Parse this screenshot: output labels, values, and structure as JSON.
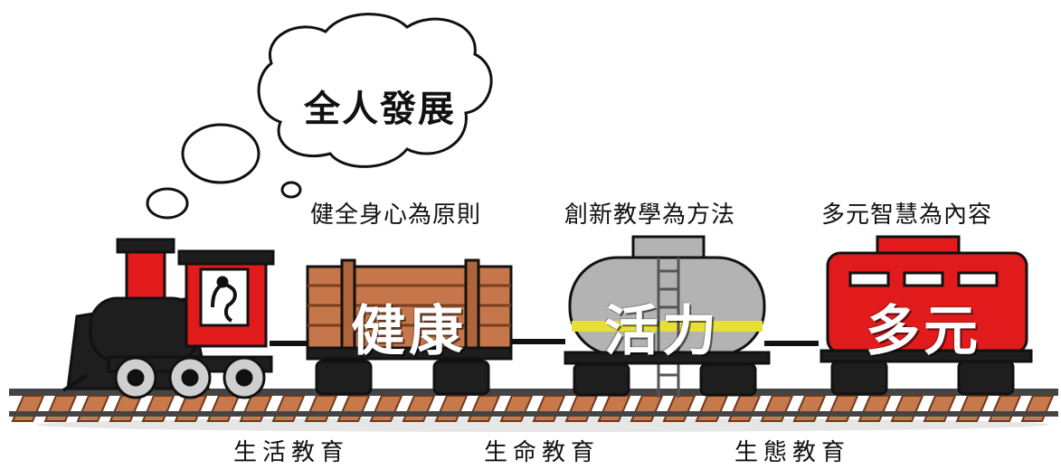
{
  "thought": {
    "text": "全人發展"
  },
  "cars": [
    {
      "principle": "健全身心為原則",
      "name": "健康"
    },
    {
      "principle": "創新教學為方法",
      "name": "活力"
    },
    {
      "principle": "多元智慧為內容",
      "name": "多元"
    }
  ],
  "bottom_labels": [
    "生活教育",
    "生命教育",
    "生態教育"
  ],
  "colors": {
    "track": "#c7794c",
    "locomotive": "#1e1e1e",
    "locomotive_red": "#e11b1b",
    "wood_car": "#c5764a",
    "tank_car": "#b3b3b3",
    "tank_stripe": "#e6df3a",
    "red_car": "#e11b1b"
  }
}
